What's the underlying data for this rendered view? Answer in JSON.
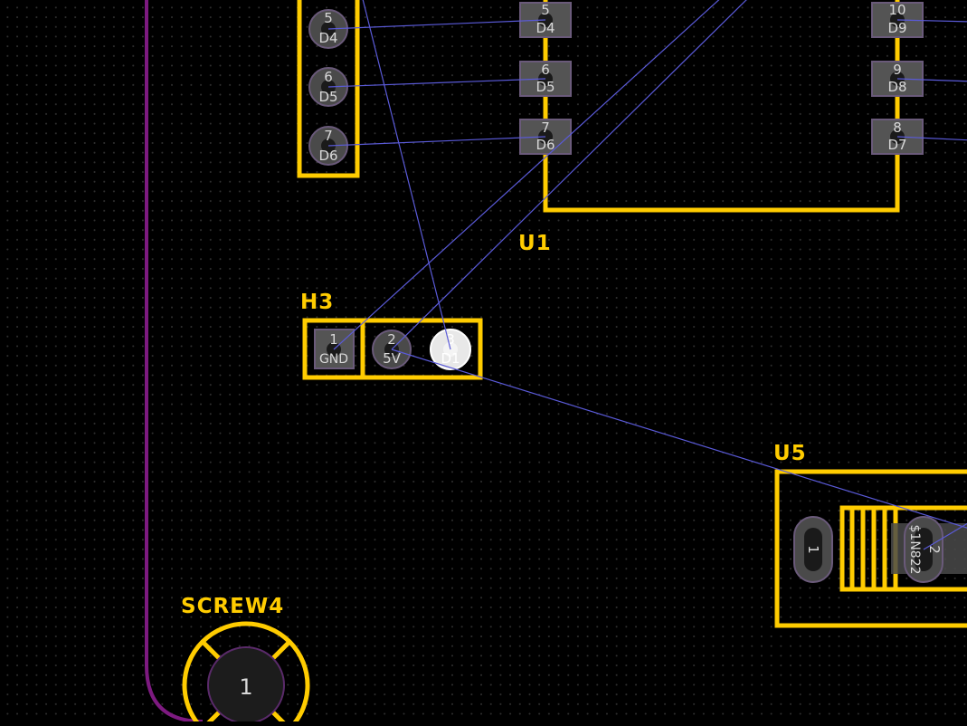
{
  "board": {
    "edge_color": "#7d1a80",
    "silk_color": "#ffcc00",
    "ratsnest_color": "#5a5ad8",
    "grid_dot_color": "#2e2e2e"
  },
  "footprints": {
    "h3": {
      "ref": "H3",
      "pins": [
        {
          "num": "1",
          "net": "GND"
        },
        {
          "num": "2",
          "net": "5V"
        },
        {
          "num": "3",
          "net": "D1"
        }
      ]
    },
    "u1": {
      "ref": "U1",
      "left_pins": [
        {
          "num": "5",
          "net": "D4"
        },
        {
          "num": "6",
          "net": "D5"
        },
        {
          "num": "7",
          "net": "D6"
        }
      ],
      "right_pins": [
        {
          "num": "10",
          "net": "D9"
        },
        {
          "num": "9",
          "net": "D8"
        },
        {
          "num": "8",
          "net": "D7"
        }
      ]
    },
    "left_header": {
      "pins": [
        {
          "num": "5",
          "net": "D4"
        },
        {
          "num": "6",
          "net": "D5"
        },
        {
          "num": "7",
          "net": "D6"
        }
      ]
    },
    "u5": {
      "ref": "U5",
      "pin1": "1",
      "pin2": "2",
      "value": "$1N822"
    },
    "screw4": {
      "ref": "SCREW4",
      "pin": "1"
    }
  }
}
